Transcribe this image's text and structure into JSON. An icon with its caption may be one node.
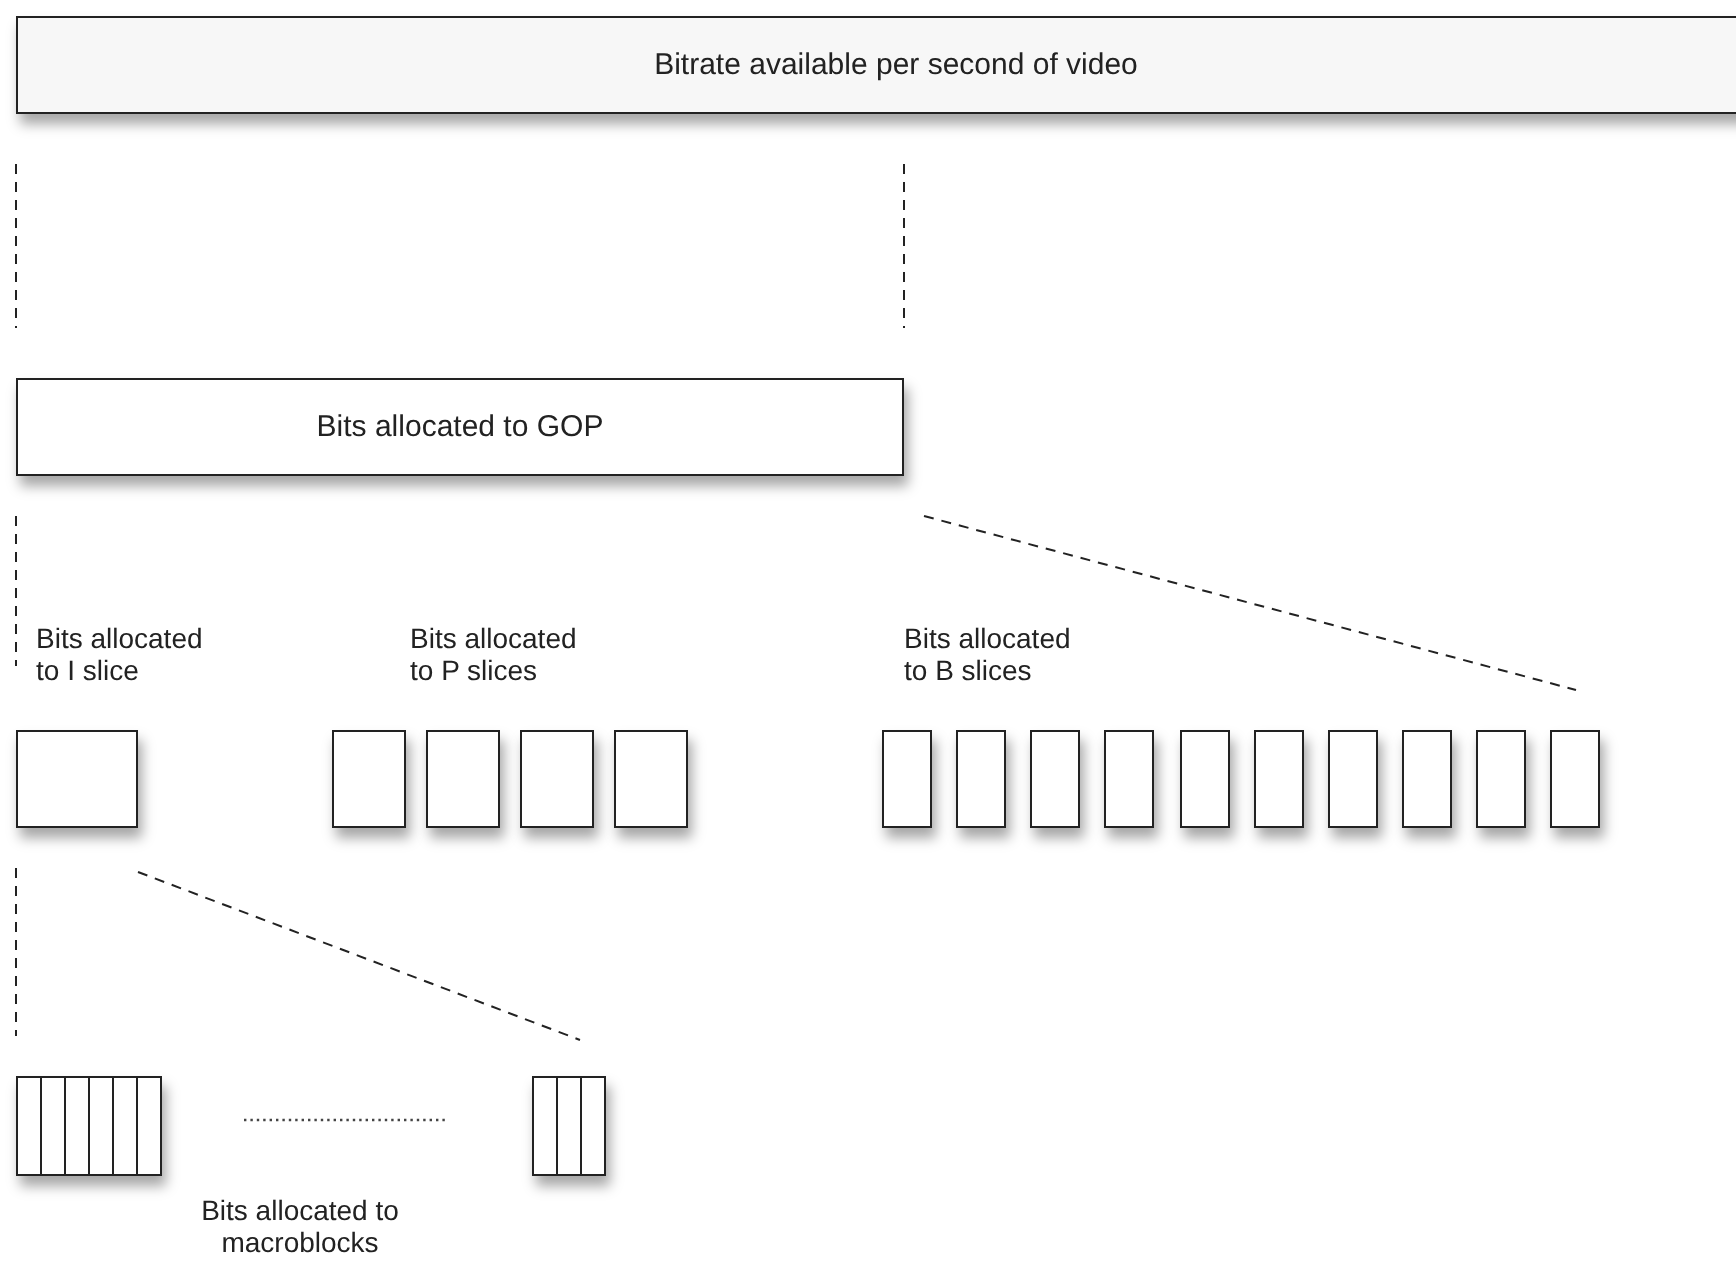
{
  "diagram": {
    "nodes": [
      {
        "text": [
          "Bitrate available per second of video"
        ]
      },
      {
        "text": [
          "Bits allocated to GOP"
        ]
      },
      {
        "text": [],
        "shape": "box"
      },
      {
        "text": [],
        "shape": "box"
      },
      {
        "text": [],
        "shape": "box"
      },
      {
        "text": [],
        "shape": "box"
      },
      {
        "text": [],
        "shape": "box"
      },
      {
        "text": [],
        "shape": "box"
      },
      {
        "text": [],
        "shape": "box"
      },
      {
        "text": [],
        "shape": "box"
      },
      {
        "text": [],
        "shape": "box"
      },
      {
        "text": [],
        "shape": "box"
      },
      {
        "text": [],
        "shape": "box"
      },
      {
        "text": [],
        "shape": "box"
      },
      {
        "text": [],
        "shape": "box"
      },
      {
        "text": [],
        "shape": "box"
      },
      {
        "text": [],
        "shape": "box"
      },
      {
        "text": [],
        "shape": "box"
      },
      {
        "text": [],
        "shape": "box"
      }
    ],
    "edges": [
      {
        "from": 0,
        "to": 1,
        "arrow": "none",
        "style": "dashed"
      },
      {
        "from": 0,
        "to": 1,
        "arrow": "none",
        "style": "dashed"
      },
      {
        "from": 1,
        "to": 2,
        "arrow": "none",
        "style": "dashed"
      },
      {
        "from": 1,
        "to": 16,
        "arrow": "none",
        "style": "dashed"
      },
      {
        "from": 2,
        "to": 17,
        "arrow": "none",
        "style": "dashed"
      },
      {
        "from": 2,
        "to": 18,
        "arrow": "none",
        "style": "dashed"
      }
    ],
    "labels": [
      "Bits allocated to I slice",
      "Bits allocated to P slices",
      "Bits allocated to B slices",
      "Bits allocated to macroblocks"
    ]
  }
}
